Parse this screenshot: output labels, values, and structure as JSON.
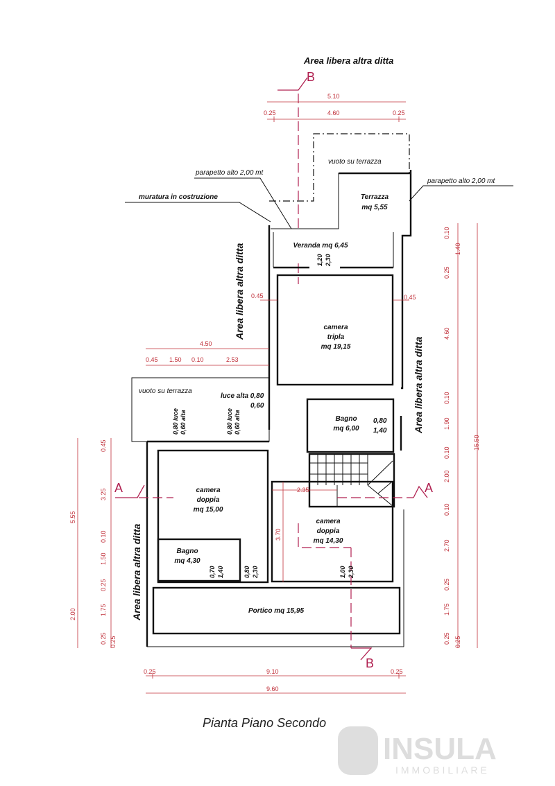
{
  "top_label": "Area libera altra ditta",
  "left_upper_label": "Area libera altra ditta",
  "right_label": "Area libera altra ditta",
  "left_lower_label": "Area libera altra ditta",
  "section_b": "B",
  "section_a": "A",
  "notes": {
    "parapetto_left": "parapetto alto 2,00 mt",
    "parapetto_right": "parapetto alto 2,00 mt",
    "muratura": "muratura in costruzione",
    "vuoto_top": "vuoto su terrazza",
    "vuoto_left": "vuoto su terrazza"
  },
  "rooms": {
    "terrazza_name": "Terrazza",
    "terrazza_area": "mq 5,55",
    "veranda": "Veranda mq 6,45",
    "camera_tripla_1": "camera",
    "camera_tripla_2": "tripla",
    "camera_tripla_3": "mq 19,15",
    "bagno1_name": "Bagno",
    "bagno1_area": "mq 6,00",
    "camera_doppia1_1": "camera",
    "camera_doppia1_2": "doppia",
    "camera_doppia1_3": "mq 15,00",
    "camera_doppia2_1": "camera",
    "camera_doppia2_2": "doppia",
    "camera_doppia2_3": "mq 14,30",
    "bagno2_name": "Bagno",
    "bagno2_area": "mq 4,30",
    "portico": "Portico mq 15,95"
  },
  "openings": {
    "luce_alta": "luce alta 0,80",
    "luce_alta_h": "0,60",
    "w1_a": "0,80 luce",
    "w1_b": "0,60 alta",
    "w2_a": "0,80 luce",
    "w2_b": "0,60 alta",
    "veranda_door_a": "1,20",
    "veranda_door_b": "2,30",
    "bagno_win_a": "0,80",
    "bagno_win_b": "1,40",
    "bagno2_win_a": "0,70",
    "bagno2_win_b": "1,40",
    "door_a": "0,80",
    "door_b": "2,30",
    "door2_a": "1,00",
    "door2_b": "2,30"
  },
  "dims": {
    "top_total": "5.10",
    "top_left": "0.25",
    "top_mid": "4.60",
    "top_right": "0.25",
    "side_left_045": "0.45",
    "side_right_045": "0.45",
    "mid_total": "4.50",
    "mid_1": "0.45",
    "mid_2": "1.50",
    "mid_3": "0.10",
    "mid_4": "2.53",
    "stair_235": "2.35",
    "inner_370": "3.70",
    "bottom_left": "0.25",
    "bottom_mid": "9.10",
    "bottom_right": "0.25",
    "bottom_total": "9.60",
    "r_010a": "0.10",
    "r_140": "1.40",
    "r_025a": "0.25",
    "r_460": "4.60",
    "r_010b": "0.10",
    "r_190": "1.90",
    "r_010c": "0.10",
    "r_200": "2.00",
    "r_010d": "0.10",
    "r_270": "2.70",
    "r_025b": "0.25",
    "r_175": "1.75",
    "r_025c": "0.25",
    "r_025d": "0.25",
    "r_total": "15.50",
    "l_045": "0.45",
    "l_325": "3.25",
    "l_010": "0.10",
    "l_150": "1.50",
    "l_025a": "0.25",
    "l_175": "1.75",
    "l_025b": "0.25",
    "l_025c": "0.25",
    "l_555": "5.55",
    "l_200": "2.00"
  },
  "title": "Pianta Piano Secondo",
  "watermark_1": "INSULA",
  "watermark_2": "IMMOBILIARE"
}
